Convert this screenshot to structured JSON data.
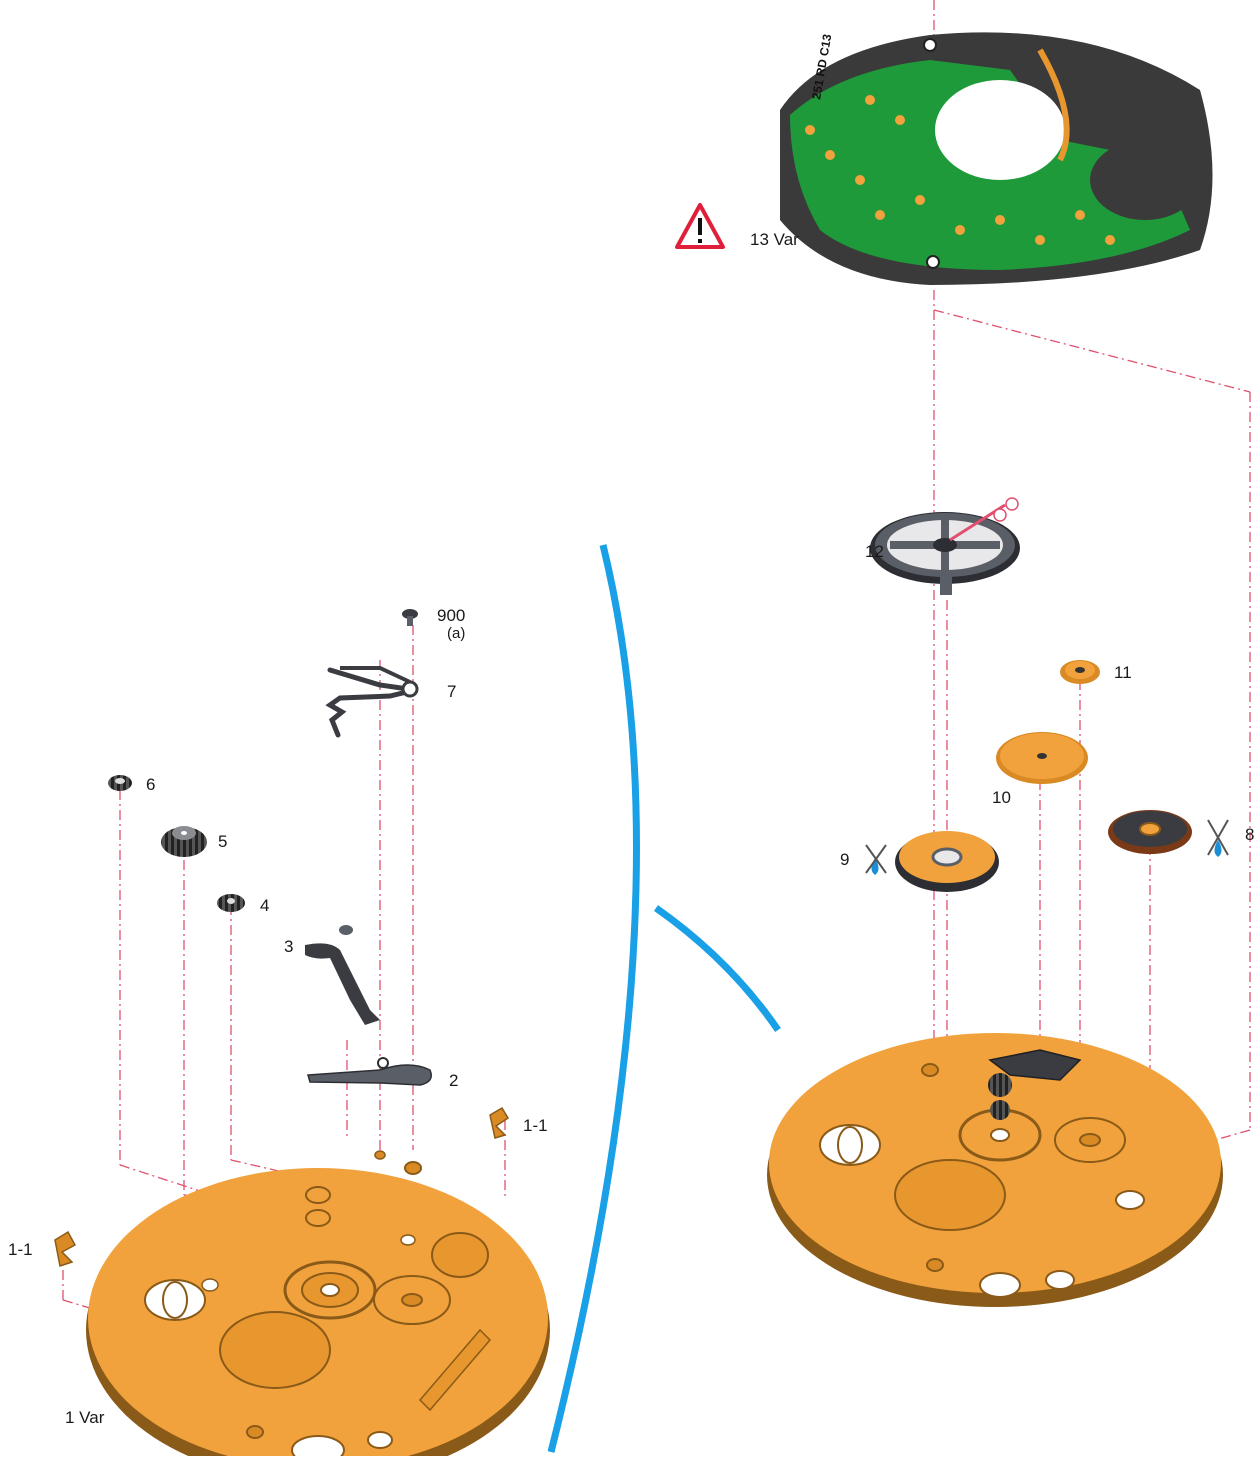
{
  "colors": {
    "brass": "#f2a23c",
    "brass_dark": "#8a5a18",
    "brass_mid": "#d98a24",
    "pcb_green": "#1e9a3a",
    "pcb_dark": "#3a3a3a",
    "guide_line": "#e0506e",
    "divider_blue": "#1aa0e6",
    "warning_red": "#e0203a",
    "steel": "#5a5e66",
    "steel_dark": "#2c2e33",
    "oil_blue": "#1a8fd8"
  },
  "labels": {
    "part_1": "1 Var",
    "part_1_1_left": "1-1",
    "part_1_1_right": "1-1",
    "part_2": "2",
    "part_3": "3",
    "part_4": "4",
    "part_5": "5",
    "part_6": "6",
    "part_7": "7",
    "part_900": "900",
    "part_900_sub": "(a)",
    "part_8": "8",
    "part_9": "9",
    "part_10": "10",
    "part_11": "11",
    "part_12": "12",
    "part_13": "13 Var",
    "pcb_marking": "251 RD C13"
  },
  "icons": {
    "warning": "warning-triangle-icon",
    "no_oil": "no-oil-drop-icon",
    "hand_oiler": "oiler-tool-icon"
  }
}
